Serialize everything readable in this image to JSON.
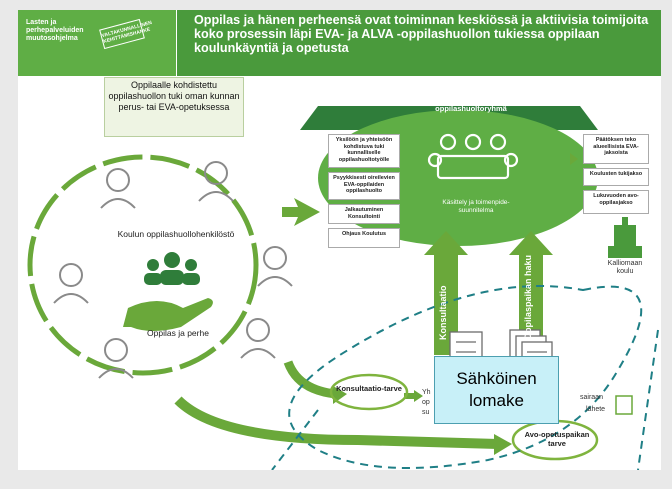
{
  "header": {
    "logo_text": "Lasten ja perhepalveluiden muutosohjelma",
    "stamp_text": "VALTAKUNNALLINEN KEHITTÄMISHANKE",
    "title": "Oppilas ja hänen perheensä ovat toiminnan keskiössä ja aktiivisia toimijoita koko prosessin läpi EVA- ja ALVA -oppilashuollon tukiessa oppilaan koulunkäyntiä ja opetusta"
  },
  "left_note": "Oppilaalle kohdistettu oppilashuollon tuki oman kunnan perus- tai EVA-opetuksessa",
  "circle": {
    "staff_label": "Koulun oppilashuollohenkilöstö",
    "family_label": "Oppilas ja perhe"
  },
  "alva": {
    "title": "ALVA",
    "subtitle": "Alueellinen erityisen vaativan tuen oppilashuoltoryhmä",
    "process_label": "Käsittely ja toimenpide-suunnitelma"
  },
  "middle_boxes": [
    "Yksilöön ja yhteisöön kohdistuva tuki kunnalliselle oppilashuoltotyölle",
    "Psyykkisesti oireilevien EVA-oppilaiden oppilashuolto",
    "Jalkautuminen Konsultointi",
    "Ohjaus Koulutus"
  ],
  "right_boxes": [
    "Päätöksen teko alueellisista EVA-jaksoista",
    "Koulusten tukijakso",
    "Lukuvuoden avo-oppilasjakso"
  ],
  "school_label": "Kalliomaan koulu",
  "arrows": {
    "up_left": "Konsultaatio",
    "up_right": "Oppilaspaikan haku"
  },
  "bottom": {
    "konsultaatio_tarve": "Konsultaatio-tarve",
    "avo_tarve": "Avo-opetuspaikan tarve",
    "fragment_left_1": "Yh",
    "fragment_left_2": "op",
    "fragment_left_3": "su",
    "fragment_right_1": "sairaan",
    "fragment_right_2": "lähete"
  },
  "callout": {
    "line1": "Sähköinen",
    "line2": "lomake"
  },
  "colors": {
    "header_green": "#4a9a3c",
    "arrow_green": "#6aa83a",
    "ring_green": "#7fb43e",
    "dark_green": "#2f7d3a",
    "callout_fill": "#c8f0f8",
    "dashed": "#1f7f86"
  }
}
